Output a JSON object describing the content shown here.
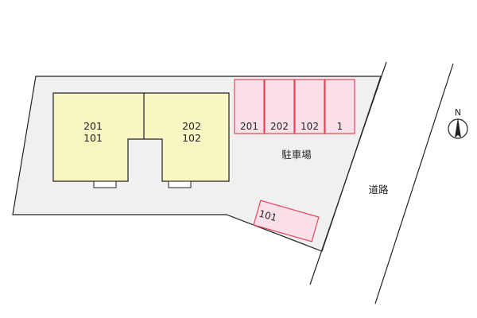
{
  "buildings": [
    {
      "units": [
        "201",
        "101"
      ]
    },
    {
      "units": [
        "202",
        "102"
      ]
    }
  ],
  "parking": {
    "label": "駐車場",
    "spaces": [
      "201",
      "202",
      "102",
      "1"
    ],
    "extra_space": "101"
  },
  "road_label": "道路",
  "compass": {
    "north_label": "N"
  },
  "colors": {
    "lot_fill": "#f0f0f0",
    "building_fill": "#f8f7c4",
    "parking_fill": "#fbe0ea",
    "parking_stroke": "#e24457",
    "line": "#222222"
  }
}
